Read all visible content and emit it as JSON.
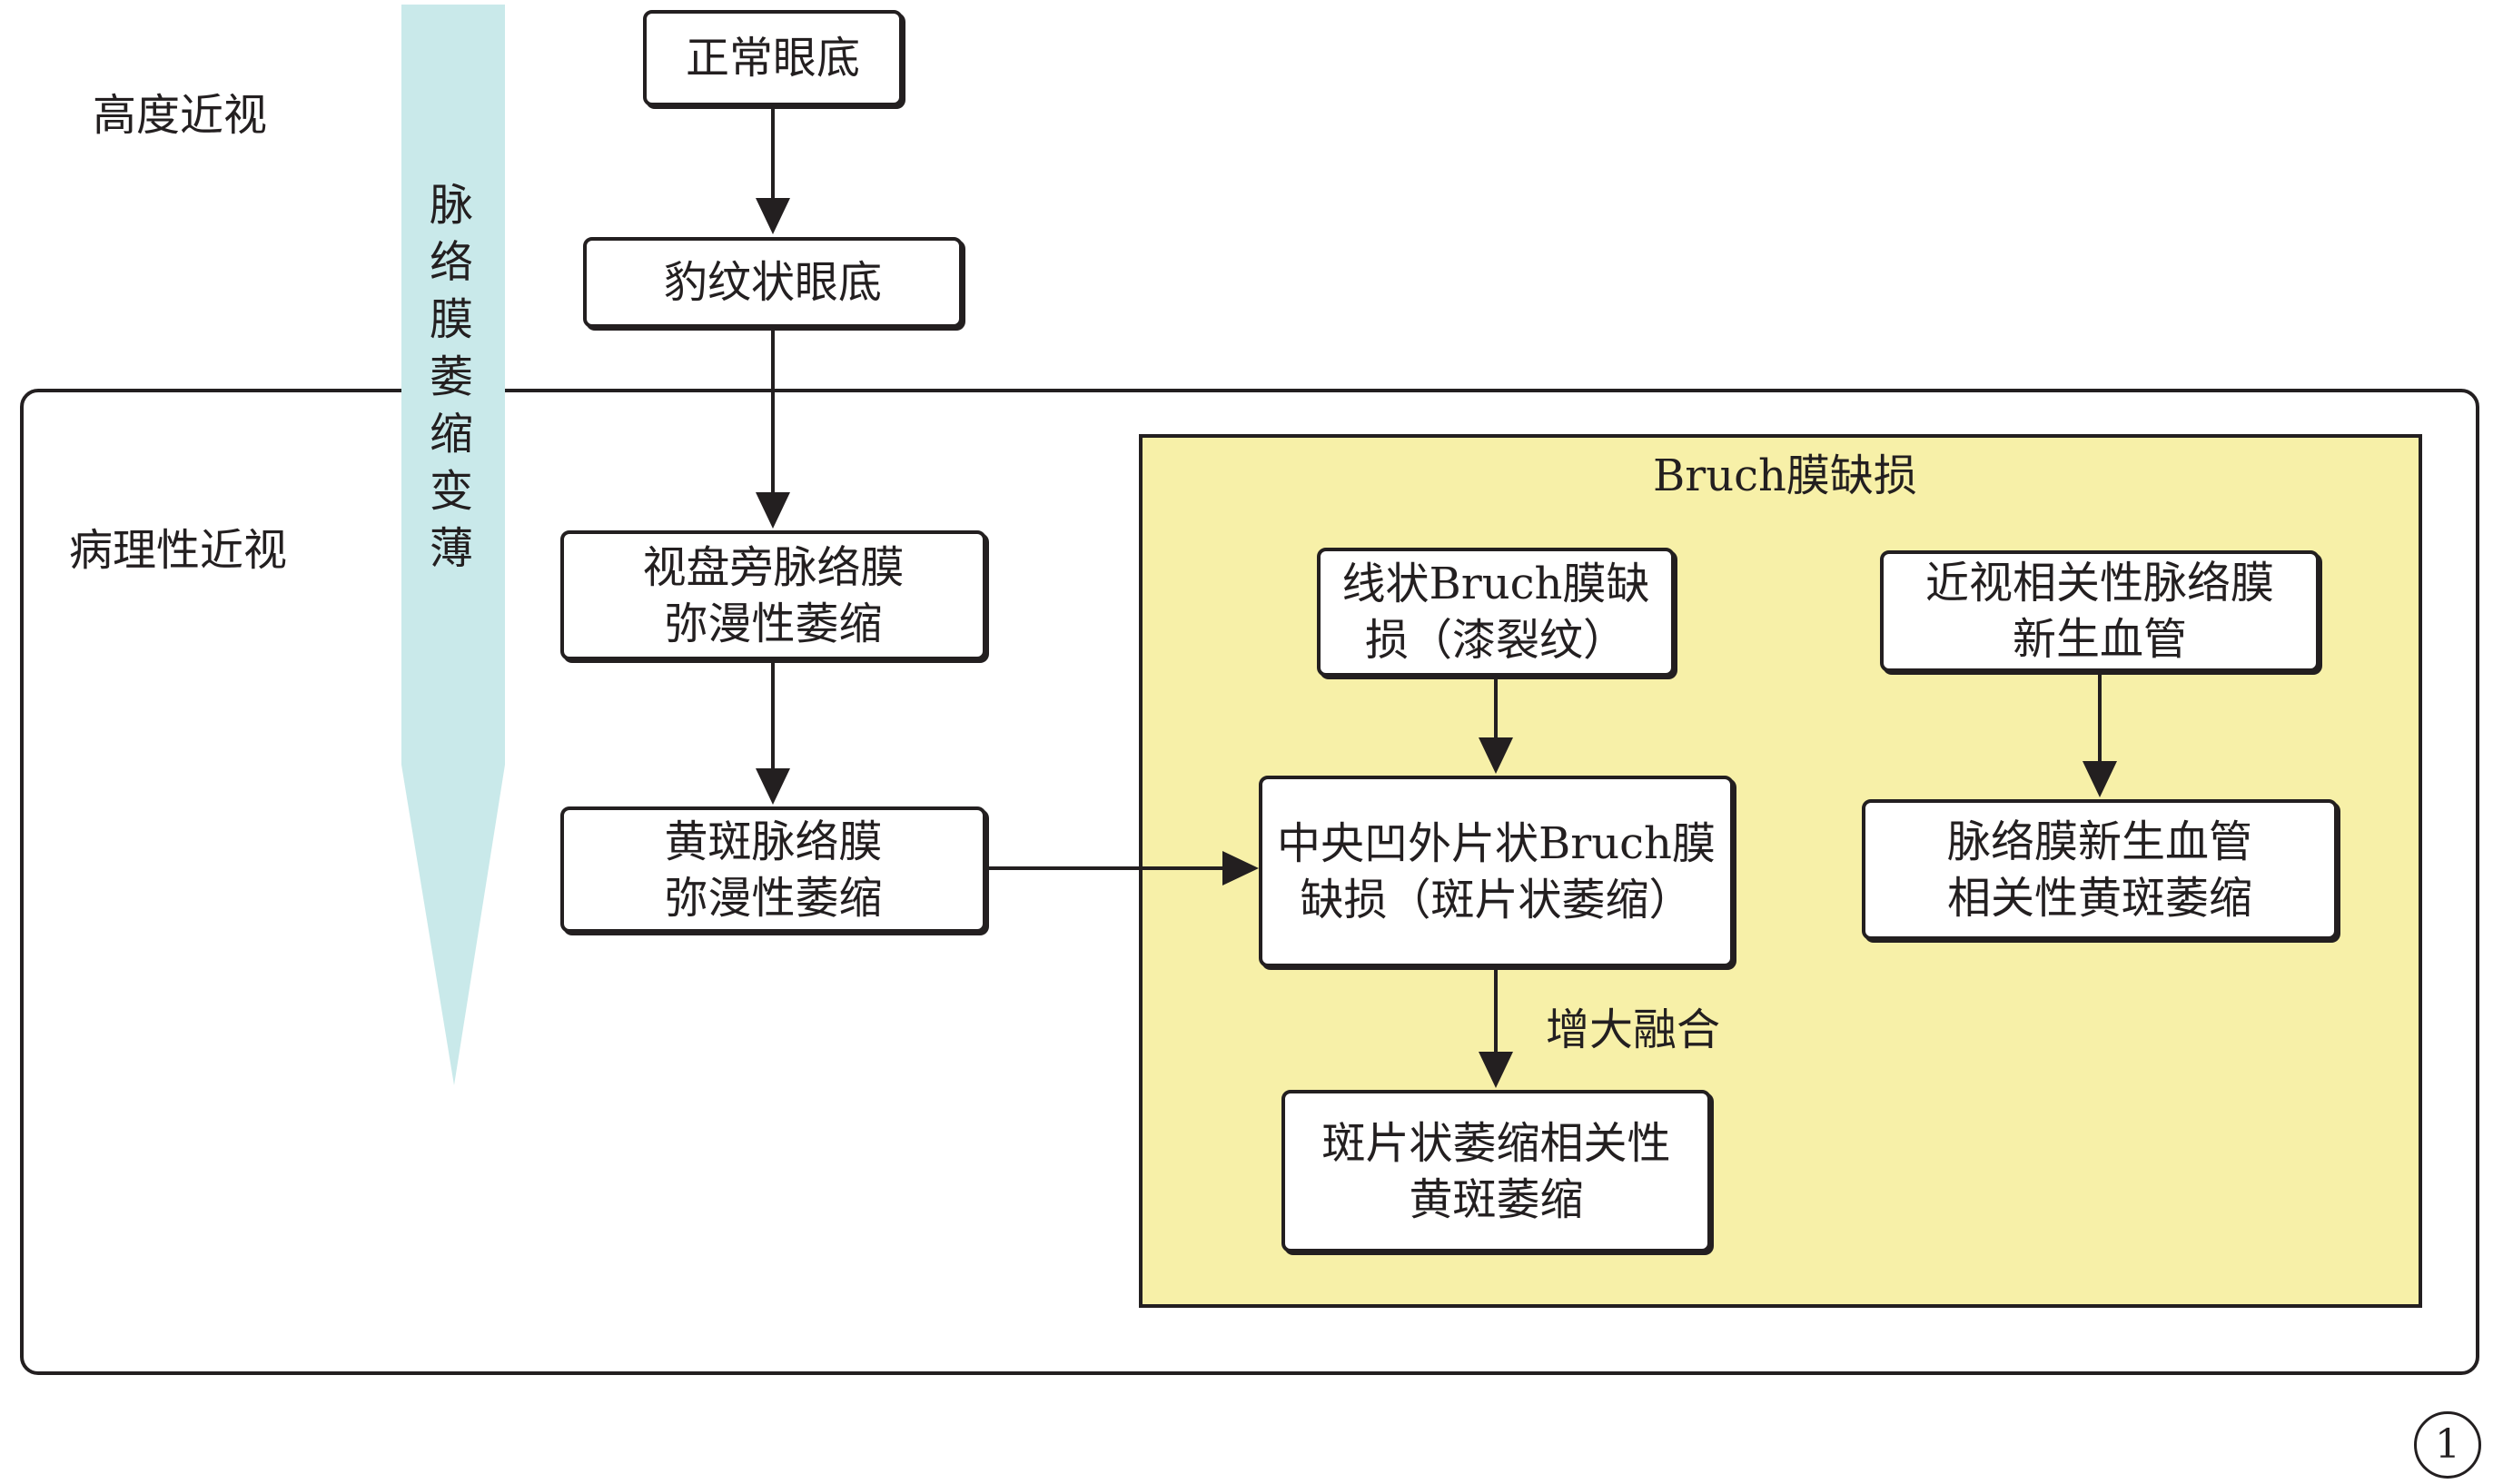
{
  "stages": {
    "high_myopia": "高度近视",
    "pathologic_myopia": "病理性近视"
  },
  "thinning_bar": {
    "label": "脉络膜萎缩变薄",
    "color": "#c9e9ea"
  },
  "panel": {
    "title": "Bruch膜缺损",
    "fill": "#f7f0a8"
  },
  "nodes": {
    "normal_fundus": [
      "正常眼底"
    ],
    "tessellated_fundus": [
      "豹纹状眼底"
    ],
    "peripapillary_atrophy": [
      "视盘旁脉络膜",
      "弥漫性萎缩"
    ],
    "macular_diffuse_atrophy": [
      "黄斑脉络膜",
      "弥漫性萎缩"
    ],
    "lacquer_cracks": [
      "线状Bruch膜缺",
      "损（漆裂纹）"
    ],
    "extrafoveal_patchy": [
      "中央凹外片状Bruch膜",
      "缺损（斑片状萎缩）"
    ],
    "patchy_macular_atrophy": [
      "斑片状萎缩相关性",
      "黄斑萎缩"
    ],
    "myopic_cnv": [
      "近视相关性脉络膜",
      "新生血管"
    ],
    "cnv_macular_atrophy": [
      "脉络膜新生血管",
      "相关性黄斑萎缩"
    ]
  },
  "edge_labels": {
    "enlarge_merge": "增大融合"
  },
  "figure_number": "1"
}
